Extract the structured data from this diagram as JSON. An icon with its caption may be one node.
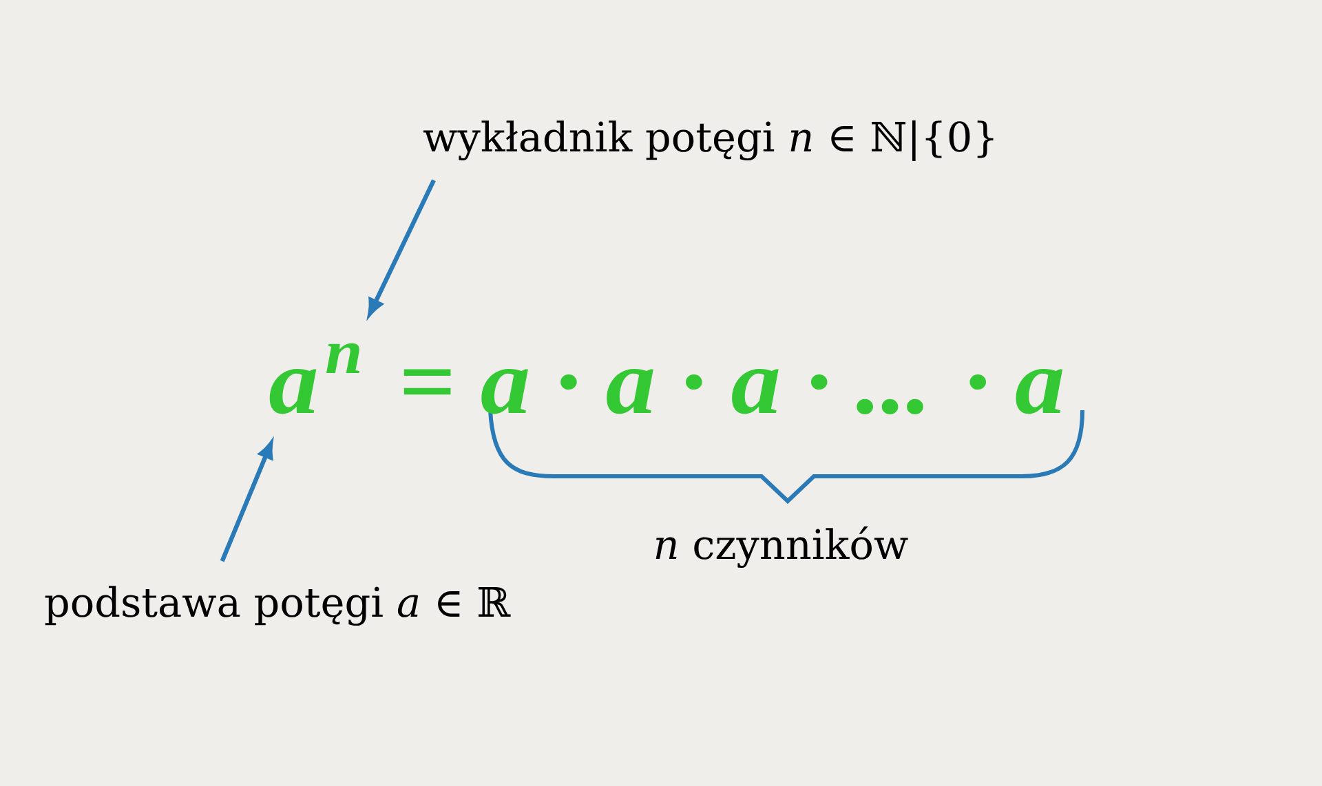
{
  "diagram": {
    "nodes": [
      {
        "text": [
          "wykładnik potęgi *n* ∈ ℕ|{0}"
        ]
      },
      {
        "text": [
          "a"
        ]
      },
      {
        "text": [
          "n"
        ]
      },
      {
        "text": [
          "podstawa potęgi *a* ∈ ℝ"
        ]
      }
    ],
    "edges": [
      {
        "from": 0,
        "to": 2,
        "arrow": "to"
      },
      {
        "from": 3,
        "to": 1,
        "arrow": "to"
      }
    ],
    "labels": [
      "= a · a · a · ... · a",
      "*n* czynników"
    ]
  }
}
